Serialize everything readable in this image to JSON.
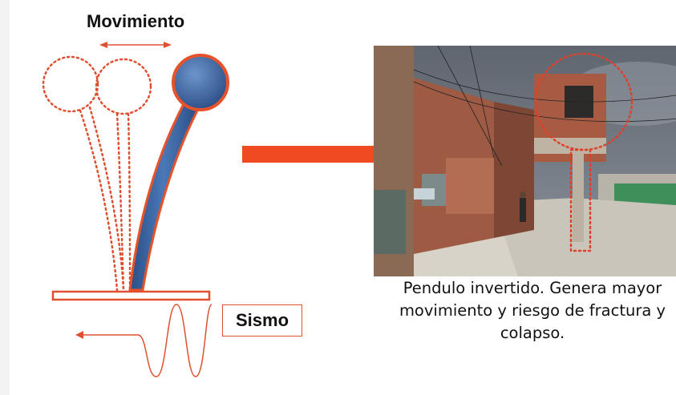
{
  "title": "Movimiento",
  "sismo_label": "Sismo",
  "caption": "Pendulo invertido. Genera mayor movimiento y riesgo de fractura y colapso.",
  "colors": {
    "dotted_red": "#e05030",
    "arrow_red": "#f04a23",
    "column_blue": "#3d6aa6",
    "column_outline": "#e6532b"
  },
  "icons": {
    "motion_arrow": "double-headed-arrow-icon",
    "ground_arrow": "left-arrow-icon",
    "big_arrow": "right-arrow-icon"
  }
}
